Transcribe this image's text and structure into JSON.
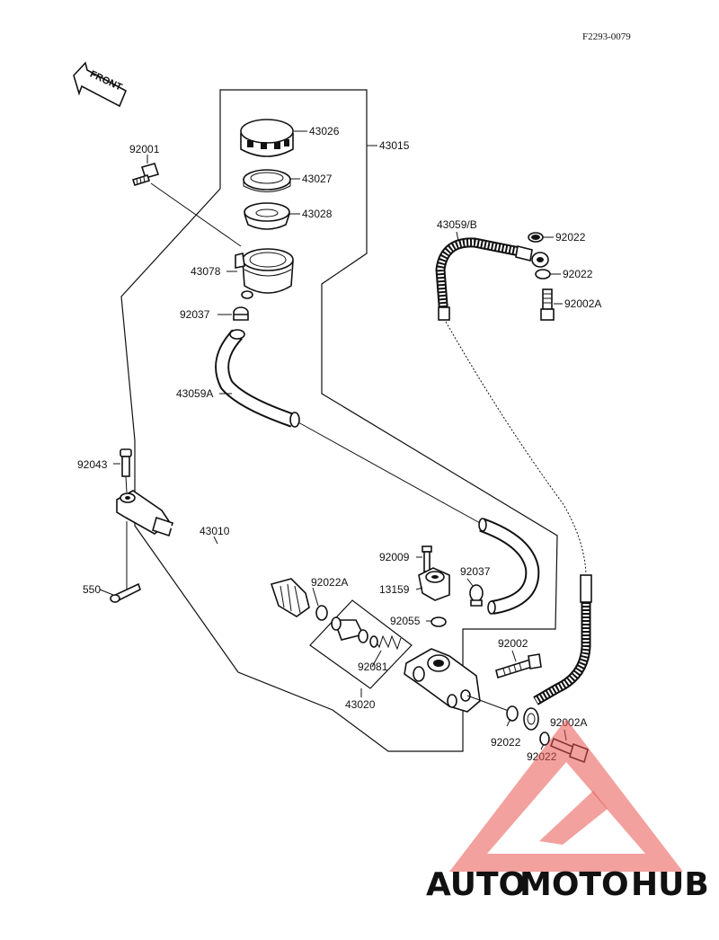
{
  "figure_id": "F2293-0079",
  "front_label": "FRONT",
  "parts": {
    "p43026": "43026",
    "p43015": "43015",
    "p92001": "92001",
    "p43027": "43027",
    "p43028": "43028",
    "p43078": "43078",
    "p92037_top": "92037",
    "p43059A": "43059A",
    "p43059B": "43059/B",
    "p92022_a": "92022",
    "p92022_b": "92022",
    "p92002A_top": "92002A",
    "p92043": "92043",
    "p43010": "43010",
    "p550": "550",
    "p92022A": "92022A",
    "p92009": "92009",
    "p13159": "13159",
    "p92037_mid": "92037",
    "p92055": "92055",
    "p92002": "92002",
    "p92081": "92081",
    "p43020": "43020",
    "p92022_c": "92022",
    "p92002A_bottom": "92002A",
    "p92022_d": "92022"
  },
  "watermark": {
    "word_part1": "AUTO",
    "word_part2": "MOTO",
    "word_part3": "HUB",
    "color_light": "#f3c17a",
    "color_red": "#e8534f",
    "color_dark": "#6b6b6b"
  }
}
